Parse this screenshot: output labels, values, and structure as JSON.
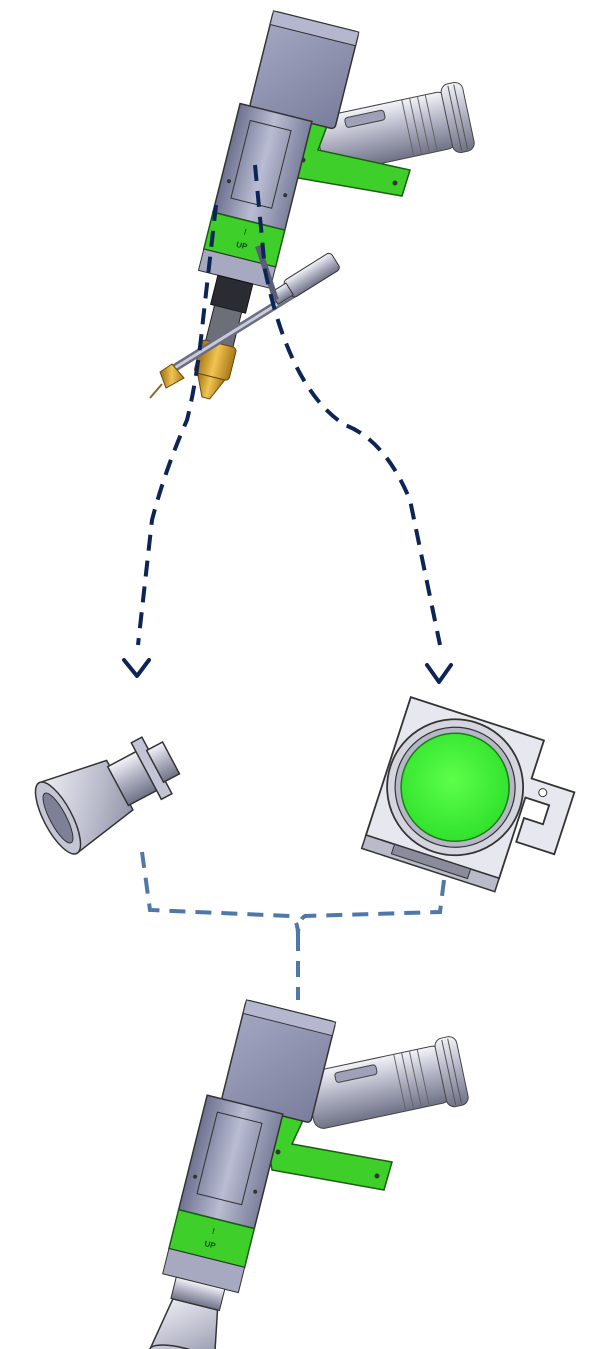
{
  "diagram": {
    "colors": {
      "body_gray": "#8f93ad",
      "body_gray_light": "#c2c5d8",
      "body_gray_dark": "#5a5d73",
      "accent_green": "#3ecf2a",
      "lens_green": "#3af53a",
      "brass": "#d8a636",
      "arrow_navy": "#0d2457",
      "connector_blue": "#4f78a8"
    },
    "components": [
      {
        "id": "handheld-head-with-wire-feeder",
        "icon": "laser-welding-head-icon"
      },
      {
        "id": "cleaning-nozzle",
        "icon": "nozzle-icon"
      },
      {
        "id": "protective-lens-drawer",
        "icon": "lens-holder-icon"
      },
      {
        "id": "handheld-head-cleaning-config",
        "icon": "laser-welding-head-icon"
      }
    ],
    "housing_marking": {
      "line1": "!",
      "line2": "UP"
    }
  }
}
